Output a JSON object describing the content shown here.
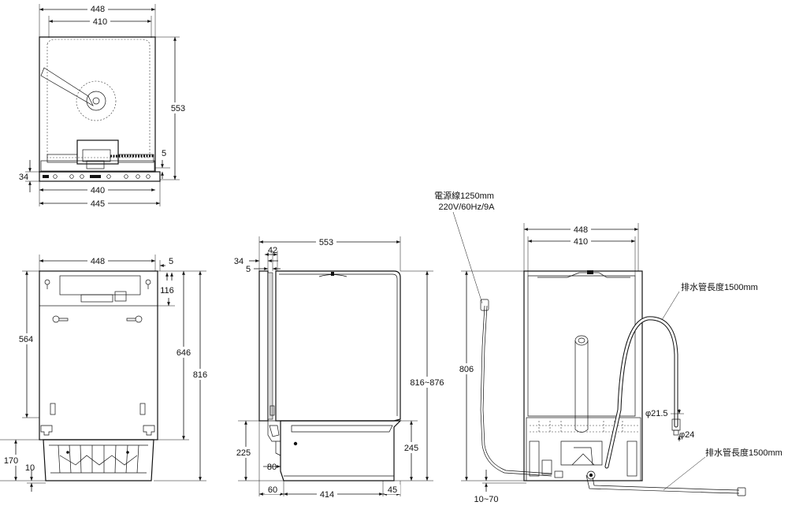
{
  "views": {
    "top": {
      "dims": {
        "width_outer": "448",
        "width_inner": "410",
        "depth": "553",
        "gap": "5",
        "base_height": "34",
        "base_width_inner": "440",
        "base_width_outer": "445"
      }
    },
    "front": {
      "dims": {
        "width": "448",
        "offset": "5",
        "top_panel": "116",
        "panel_height": "564",
        "mid_height": "646",
        "total_height": "816",
        "foot_height": "170",
        "foot_offset": "10"
      }
    },
    "side": {
      "dims": {
        "depth": "553",
        "door_thickness": "34",
        "door_offset": "42",
        "door_gap": "5",
        "height_range": "816~876",
        "plinth_height": "225",
        "foot_depth": "80",
        "front_setback": "60",
        "base_length": "414",
        "rear_setback": "45",
        "rear_height": "245"
      }
    },
    "rear": {
      "dims": {
        "width_outer": "448",
        "width_inner": "410",
        "height": "806",
        "hose_dia_outer": "φ21.5",
        "hose_dia_inner": "φ24",
        "adjust": "10~70"
      },
      "labels": {
        "power_cord": "電源線1250mm",
        "power_spec": "220V/60Hz/9A",
        "drain_hose_top": "排水管長度1500mm",
        "drain_hose_bottom": "排水管長度1500mm"
      }
    }
  }
}
